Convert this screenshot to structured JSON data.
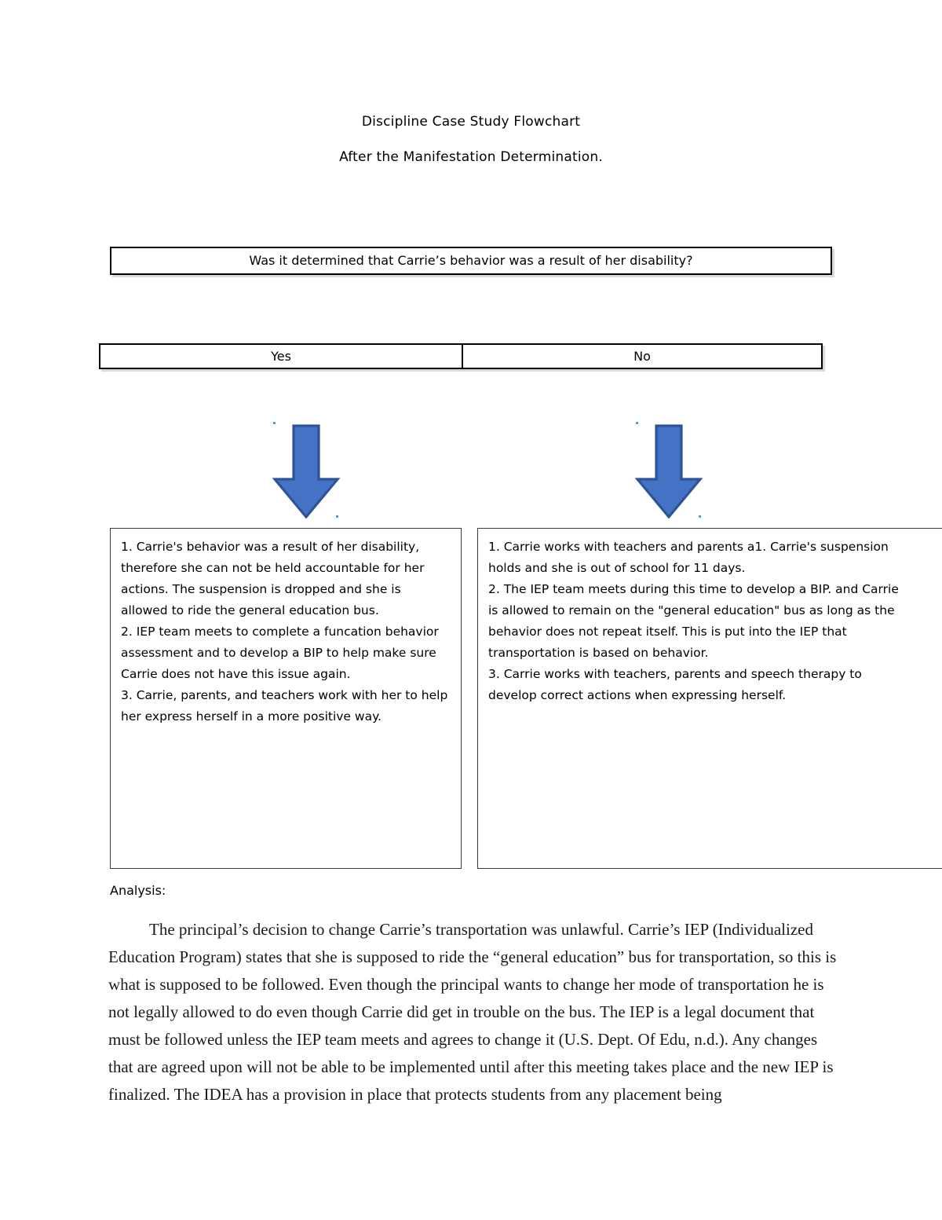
{
  "document": {
    "title_line_1": "Discipline Case Study Flowchart",
    "title_line_2": "After the Manifestation Determination."
  },
  "flowchart": {
    "question": {
      "text": "Was it determined that Carrie’s behavior was a result of her disability?"
    },
    "branches": {
      "yes_label": "Yes",
      "no_label": "No"
    },
    "arrows": {
      "fill_color": "#4472C4",
      "outline_color": "#2E5496",
      "handle_color": "#5B9BD5",
      "yes_arrow_name": "down-arrow",
      "no_arrow_name": "down-arrow"
    },
    "outcomes": {
      "yes_box": "1. Carrie's behavior was a result of her disability, therefore she can not be held accountable for her actions. The suspension is dropped and she is allowed to ride the general education bus.\n2. IEP team meets to complete a funcation behavior assessment and to develop a BIP to help make sure Carrie does not have this issue again.\n3. Carrie, parents, and teachers work with her to help her express herself in a more positive way.",
      "no_box": "1. Carrie works with teachers and parents a1. Carrie's suspension\nholds and she is out of school for 11 days.\n2. The IEP team meets during this time to develop a BIP. and Carrie\nis allowed to remain on the \"general education\" bus as long as the\nbehavior does not repeat itself. This is put into the IEP that\ntransportation is based on behavior.\n3. Carrie works with teachers, parents and speech therapy to\ndevelop correct actions when expressing herself."
    }
  },
  "analysis": {
    "label": "Analysis:",
    "body": "The principal’s decision to change Carrie’s transportation was unlawful.  Carrie’s IEP (Individualized Education Program) states that she is supposed to ride the “general education” bus for transportation, so this is what is supposed to be followed.  Even though the principal wants to change her mode of transportation he is not legally allowed to do even though Carrie did get in trouble on the bus.  The IEP is a legal document that must be followed unless the IEP team meets and agrees to change it (U.S. Dept. Of Edu, n.d.).  Any changes that are agreed upon will not be able to be implemented until after this meeting takes place and the new IEP is finalized.  The IDEA has a provision in place that protects students from any placement being"
  }
}
